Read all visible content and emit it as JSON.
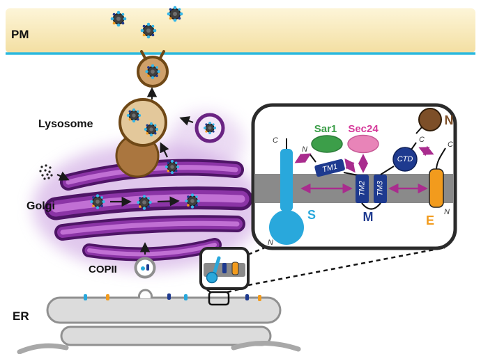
{
  "labels": {
    "pm": "PM",
    "lysosome": "Lysosome",
    "golgi": "Golgi",
    "copii": "COPII",
    "er": "ER"
  },
  "inset": {
    "sar1": "Sar1",
    "sec24": "Sec24",
    "tm1": "TM1",
    "tm2": "TM2",
    "tm3": "TM3",
    "ctd": "CTD",
    "s": "S",
    "m": "M",
    "e": "E",
    "n": "N",
    "s_c": "C",
    "s_n": "N",
    "m_n": "N",
    "m_c": "C",
    "e_c": "C",
    "e_n": "N"
  },
  "colors": {
    "pm_band": "#f7e3a6",
    "pm_line": "#2cb9de",
    "golgi_purple": "#6a2383",
    "vesicle_brown": "#a8713a",
    "protein_s_cyan": "#29a8dc",
    "protein_m_navy": "#1e3a8f",
    "protein_e_orange": "#f29b1d",
    "protein_n_brown": "#7d4f28",
    "sar1_green": "#3c9e49",
    "sec24_pink": "#e884b8",
    "interaction_arrow_magenta": "#a92c8e",
    "membrane_gray": "#8a8a8a"
  }
}
